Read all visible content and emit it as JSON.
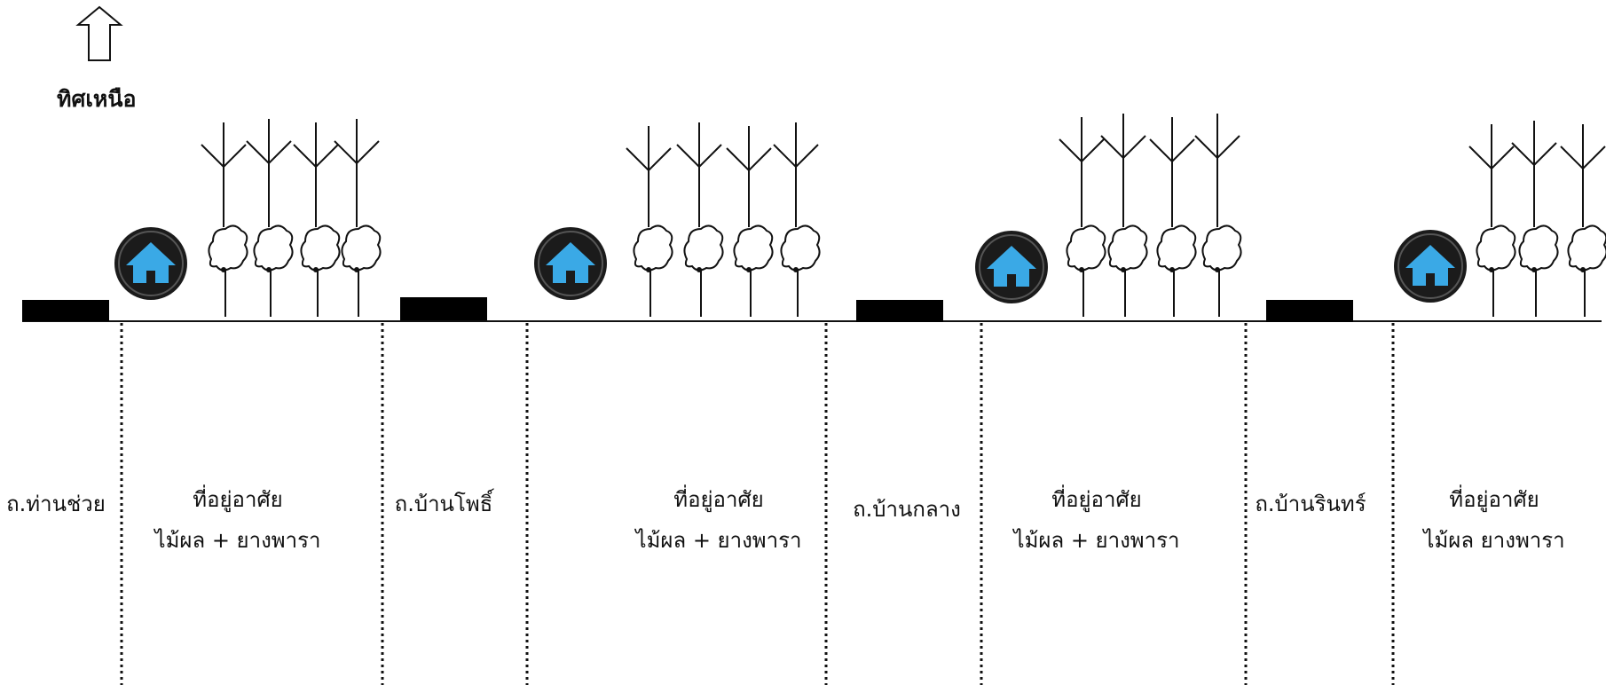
{
  "north": {
    "label": "ทิศเหนือ",
    "icon": "north-arrow-icon"
  },
  "roads": [
    {
      "label": "ถ.ท่านช่วย"
    },
    {
      "label": "ถ.บ้านโพธิ์"
    },
    {
      "label": "ถ.บ้านกลาง"
    },
    {
      "label": "ถ.บ้านรินทร์"
    }
  ],
  "zones": [
    {
      "label_line1": "ที่อยู่อาศัย",
      "label_line2": "ไม้ผล + ยางพารา",
      "house_icon": "house-icon",
      "tree_count": 4
    },
    {
      "label_line1": "ที่อยู่อาศัย",
      "label_line2": "ไม้ผล + ยางพารา",
      "house_icon": "house-icon",
      "tree_count": 4
    },
    {
      "label_line1": "ที่อยู่อาศัย",
      "label_line2": "ไม้ผล + ยางพารา",
      "house_icon": "house-icon",
      "tree_count": 4
    },
    {
      "label_line1": "ที่อยู่อาศัย",
      "label_line2": "ไม้ผล ยางพารา",
      "house_icon": "house-icon",
      "tree_count": 4
    }
  ],
  "colors": {
    "house_blue": "#3aa9e6",
    "house_circle": "#1b1b1b",
    "road_block": "#000000"
  }
}
